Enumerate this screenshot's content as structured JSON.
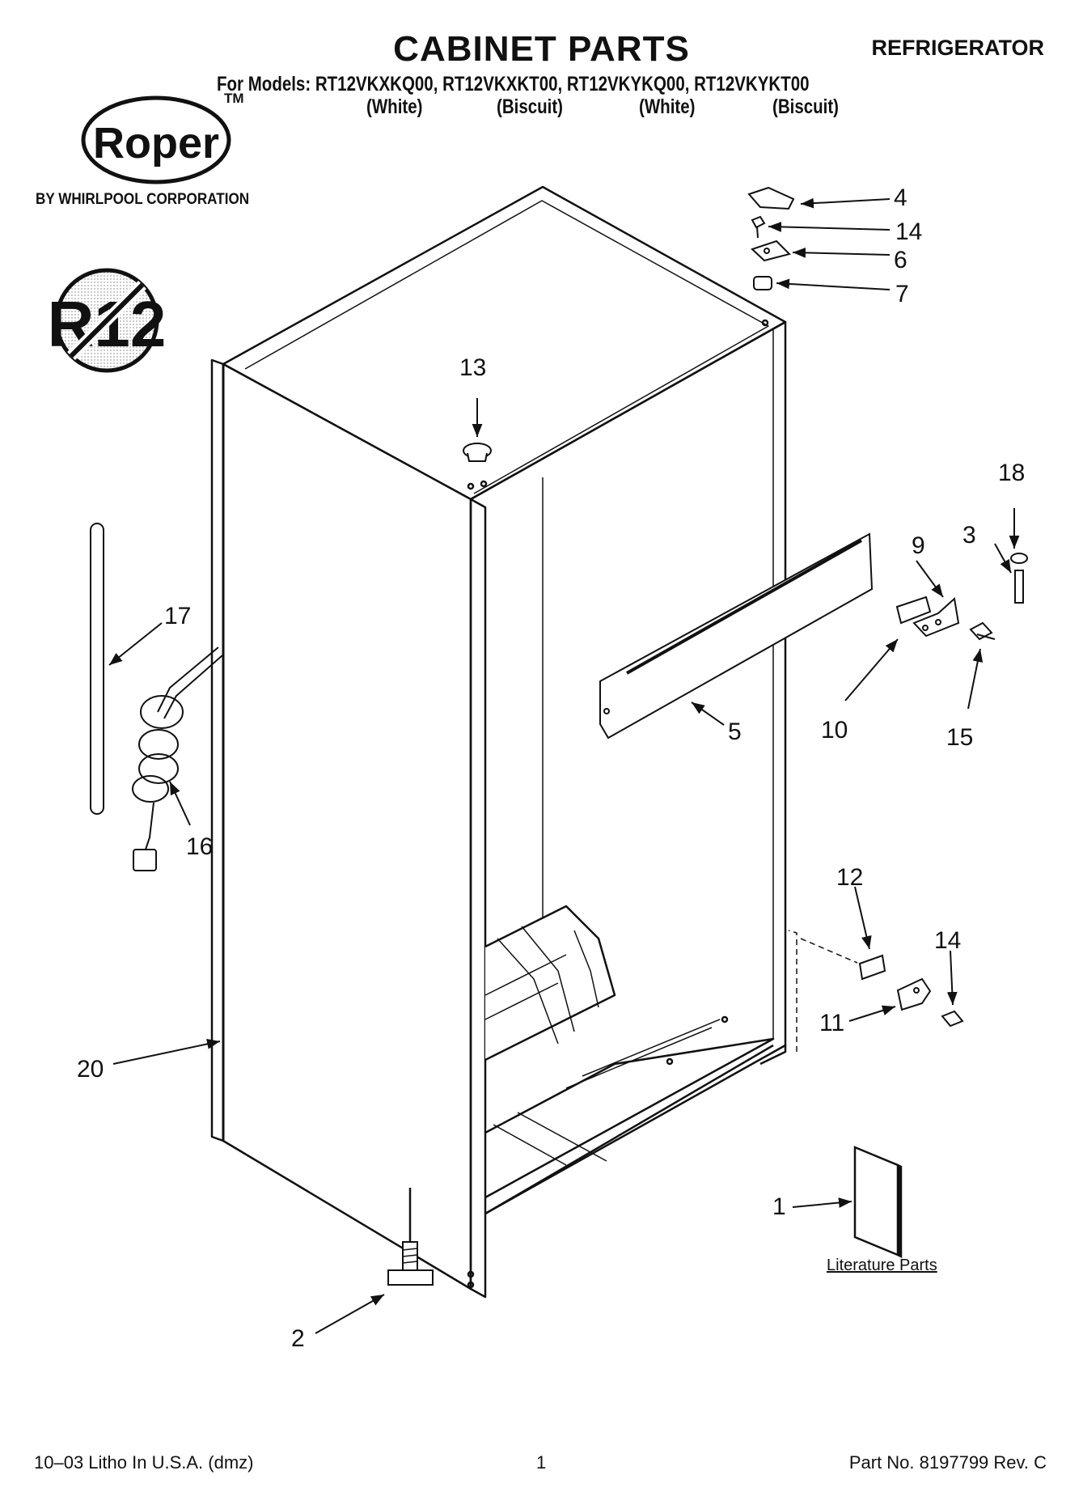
{
  "header": {
    "title": "CABINET PARTS",
    "appliance": "REFRIGERATOR",
    "models_line": "For Models: RT12VKXKQ00, RT12VKXKT00, RT12VKYKQ00, RT12VKYKT00",
    "trademark": "TM",
    "variants": [
      "(White)",
      "(Biscuit)",
      "(White)",
      "(Biscuit)"
    ]
  },
  "brand": {
    "logo_text": "Roper",
    "byline": "BY WHIRLPOOL CORPORATION"
  },
  "badge": {
    "text": "R12"
  },
  "callouts": {
    "c1": "1",
    "c2": "2",
    "c3": "3",
    "c4": "4",
    "c5": "5",
    "c6": "6",
    "c7": "7",
    "c9": "9",
    "c10": "10",
    "c11": "11",
    "c12": "12",
    "c13": "13",
    "c14a": "14",
    "c14b": "14",
    "c15": "15",
    "c16": "16",
    "c17": "17",
    "c18": "18",
    "c20": "20"
  },
  "literature_label": "Literature Parts",
  "footer": {
    "left": "10–03 Litho In U.S.A. (dmz)",
    "center": "1",
    "right": "Part No. 8197799 Rev. C"
  }
}
